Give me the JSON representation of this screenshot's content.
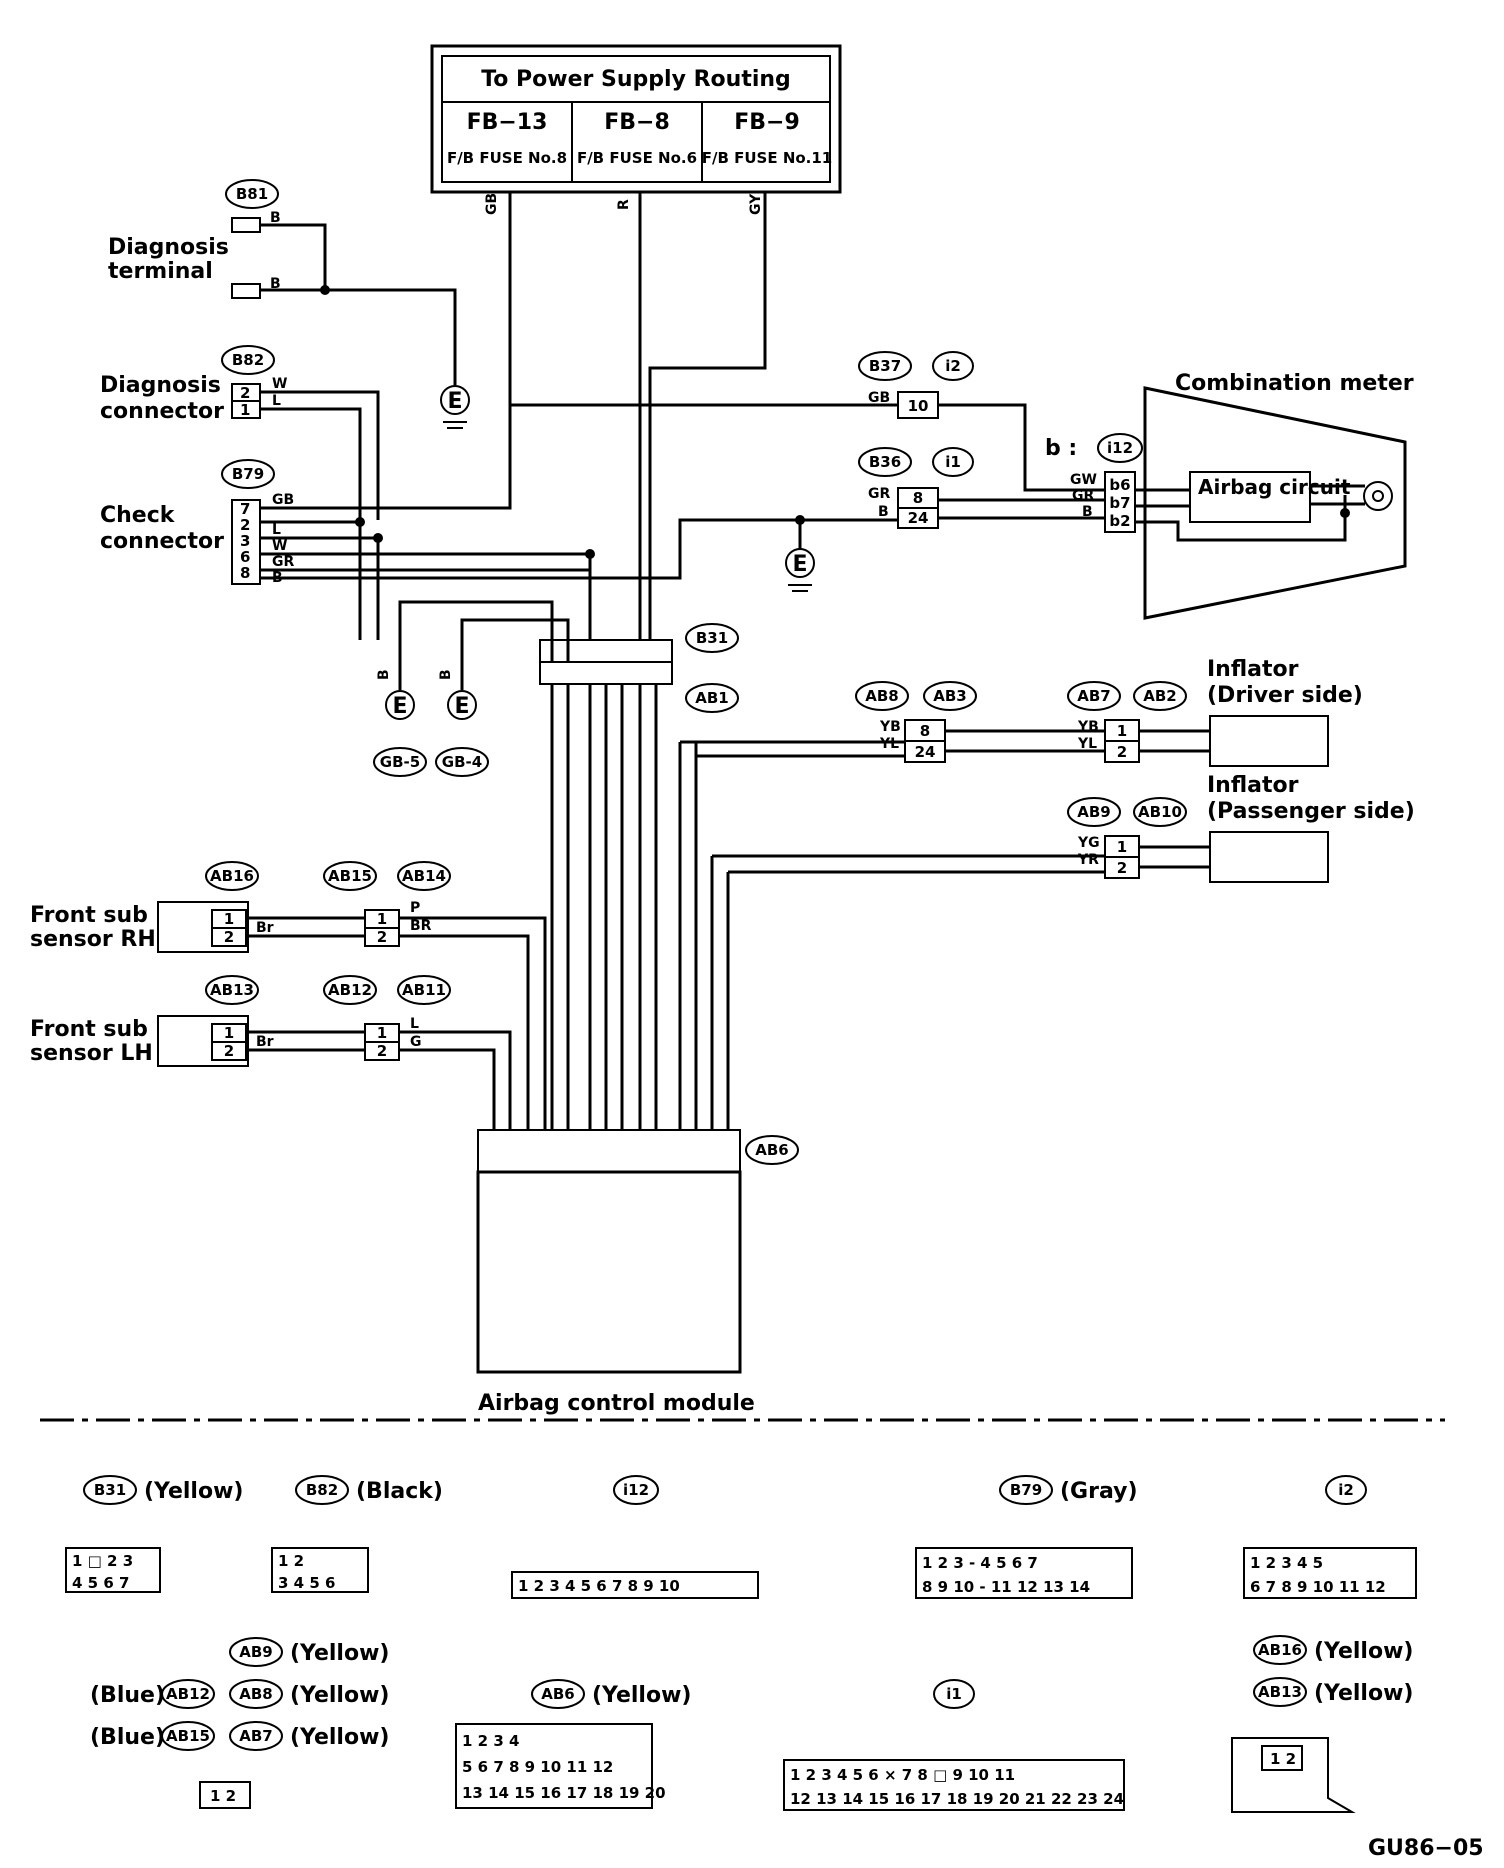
{
  "power": {
    "title": "To Power Supply Routing",
    "fuses": [
      {
        "id": "FB−13",
        "fuse": "F/B FUSE No.8"
      },
      {
        "id": "FB−8",
        "fuse": "F/B FUSE No.6"
      },
      {
        "id": "FB−9",
        "fuse": "F/B FUSE No.11"
      }
    ],
    "wire_colors": [
      "GB",
      "R",
      "GY"
    ]
  },
  "components": {
    "diagnosis_terminal": "Diagnosis terminal",
    "diagnosis_connector": "Diagnosis connector",
    "check_connector": "Check connector",
    "combination_meter": "Combination meter",
    "airbag_circuit": "Airbag circuit",
    "inflator_driver": [
      "Inflator",
      "(Driver side)"
    ],
    "inflator_passenger": [
      "Inflator",
      "(Passenger side)"
    ],
    "front_sub_rh": [
      "Front sub",
      "sensor RH"
    ],
    "front_sub_lh": [
      "Front sub",
      "sensor LH"
    ],
    "airbag_module": "Airbag control module",
    "ground": "E",
    "b_prefix": "b :"
  },
  "connectors": {
    "B81": "B81",
    "B82": "B82",
    "B79": "B79",
    "B37": "B37",
    "i2": "i2",
    "B36": "B36",
    "i1": "i1",
    "i12": "i12",
    "B31": "B31",
    "AB1": "AB1",
    "GB5": "GB-5",
    "GB4": "GB-4",
    "AB8": "AB8",
    "AB3": "AB3",
    "AB7": "AB7",
    "AB2": "AB2",
    "AB9": "AB9",
    "AB10": "AB10",
    "AB16": "AB16",
    "AB15": "AB15",
    "AB14": "AB14",
    "AB13": "AB13",
    "AB12": "AB12",
    "AB11": "AB11",
    "AB6": "AB6"
  },
  "legend": {
    "b31": "(Yellow)",
    "b82": "(Black)",
    "b79": "(Gray)",
    "ab9": "(Yellow)",
    "ab8": "(Yellow)",
    "ab7": "(Yellow)",
    "ab12": "(Blue)",
    "ab15": "(Blue)",
    "ab6": "(Yellow)",
    "ab16": "(Yellow)",
    "ab13": "(Yellow)"
  },
  "figure_code": "GU86−05"
}
